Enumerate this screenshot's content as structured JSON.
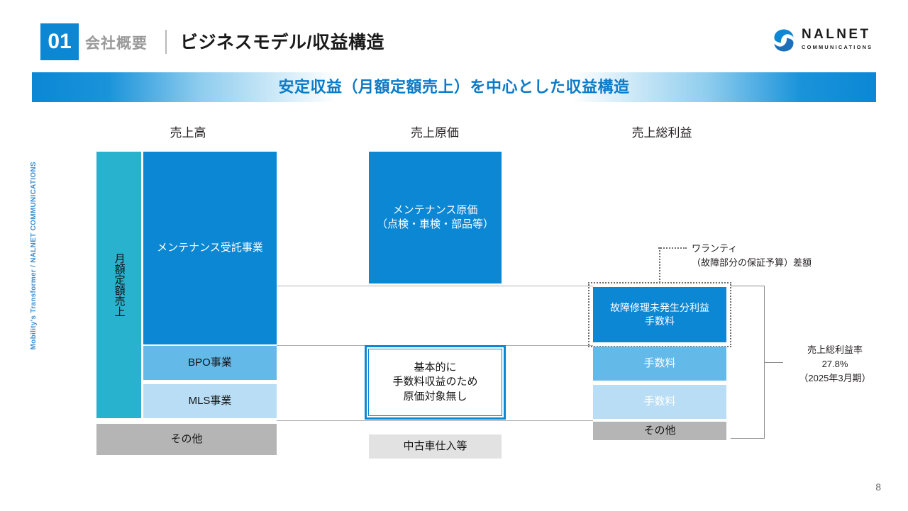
{
  "header": {
    "number_badge": "01",
    "subtitle": "会社概要",
    "title": "ビジネスモデル/収益構造",
    "logo_name": "NALNET",
    "logo_tagline": "COMMUNICATIONS"
  },
  "banner": {
    "text": "安定収益（月額定額売上）を中心とした収益構造",
    "accent_color": "#0b87d4",
    "text_color": "#0b7bc8"
  },
  "side_text": "Mobility's Transformer / NALNET COMMUNICATIONS",
  "columns": [
    {
      "label": "売上高"
    },
    {
      "label": "売上原価"
    },
    {
      "label": "売上総利益"
    }
  ],
  "revenue_column": {
    "monthly_band": {
      "label": "月額定額売上",
      "color": "#29b2ce"
    },
    "blocks": [
      {
        "label": "メンテナンス受託事業",
        "color": "#0b87d4",
        "text_color": "#ffffff"
      },
      {
        "label": "BPO事業",
        "color": "#63b9e8",
        "text_color": "#141414"
      },
      {
        "label": "MLS事業",
        "color": "#b8ddf4",
        "text_color": "#141414"
      },
      {
        "label": "その他",
        "color": "#b5b5b5",
        "text_color": "#141414"
      }
    ]
  },
  "cost_column": {
    "blocks": [
      {
        "label": "メンテナンス原価\n（点検・車検・部品等）",
        "color": "#0b87d4",
        "text_color": "#ffffff"
      },
      {
        "label": "基本的に\n手数料収益のため\n原価対象無し",
        "color": "#ffffff",
        "text_color": "#141414",
        "border_color": "#0b87d4"
      },
      {
        "label": "中古車仕入等",
        "color": "#e2e2e2",
        "text_color": "#141414"
      }
    ]
  },
  "profit_column": {
    "blocks": [
      {
        "label": "故障修理未発生分利益\n手数料",
        "color": "#0b87d4",
        "text_color": "#ffffff"
      },
      {
        "label": "手数料",
        "color": "#63b9e8",
        "text_color": "#ffffff"
      },
      {
        "label": "手数料",
        "color": "#b8ddf4",
        "text_color": "#ffffff"
      },
      {
        "label": "その他",
        "color": "#b5b5b5",
        "text_color": "#141414"
      }
    ]
  },
  "annotations": {
    "warranty_callout": "ワランティ\n（故障部分の保証予算）差額",
    "gross_margin": "売上総利益率\n27.8%\n（2025年3月期）"
  },
  "page_number": "8"
}
